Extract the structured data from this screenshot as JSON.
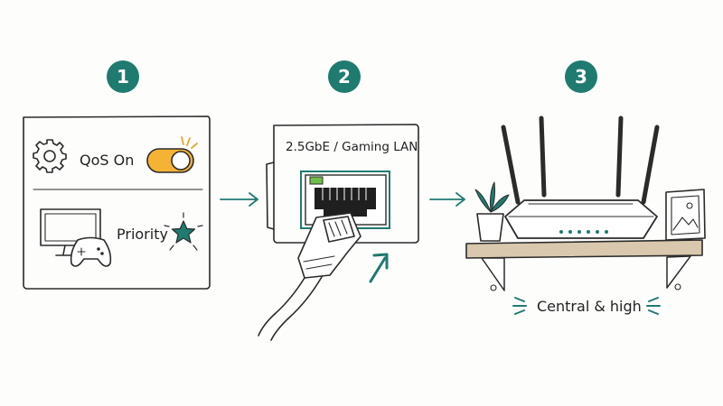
{
  "steps": [
    {
      "number": "1",
      "qos_label": "QoS On",
      "qos_toggle_on": true,
      "priority_label": "Priority",
      "icons": [
        "gear-icon",
        "monitor-icon",
        "gamepad-icon",
        "star-icon"
      ]
    },
    {
      "number": "2",
      "port_label": "2.5GbE / Gaming LAN",
      "icons": [
        "ethernet-port-icon",
        "ethernet-cable-icon",
        "arrow-up-icon"
      ]
    },
    {
      "number": "3",
      "placement_label": "Central & high",
      "icons": [
        "router-icon",
        "plant-icon",
        "picture-frame-icon",
        "shelf-icon"
      ]
    }
  ],
  "colors": {
    "accent": "#1f7a70",
    "toggle": "#f5b335",
    "ink": "#2b2b2b",
    "background": "#fdfdfc"
  }
}
